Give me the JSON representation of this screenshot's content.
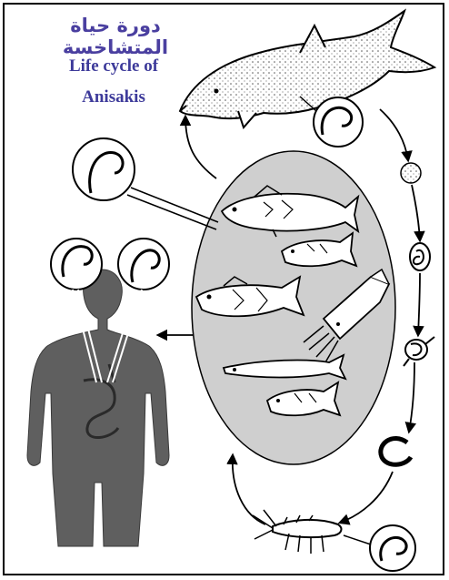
{
  "title": {
    "arabic": "دورة حياة المتشاخسة",
    "english_line1": "Life cycle of",
    "english_line2": "Anisakis"
  },
  "colors": {
    "title_arabic": "#4a3fa0",
    "title_english": "#3d3a9a",
    "human_silhouette": "#5f5f5f",
    "oval_fill": "#cfcfcf",
    "line_art": "#000000"
  },
  "diagram": {
    "organisms": [
      "dolphin",
      "egg",
      "embryonated-egg",
      "hatching-larva",
      "free-larva",
      "krill",
      "fish",
      "squid",
      "human"
    ],
    "arrows": [
      "dolphin-to-egg",
      "egg-to-embryo",
      "embryo-to-hatching",
      "hatching-to-larva",
      "larva-to-krill",
      "krill-to-fish-oval",
      "fish-oval-to-dolphin",
      "fish-oval-to-human"
    ]
  }
}
